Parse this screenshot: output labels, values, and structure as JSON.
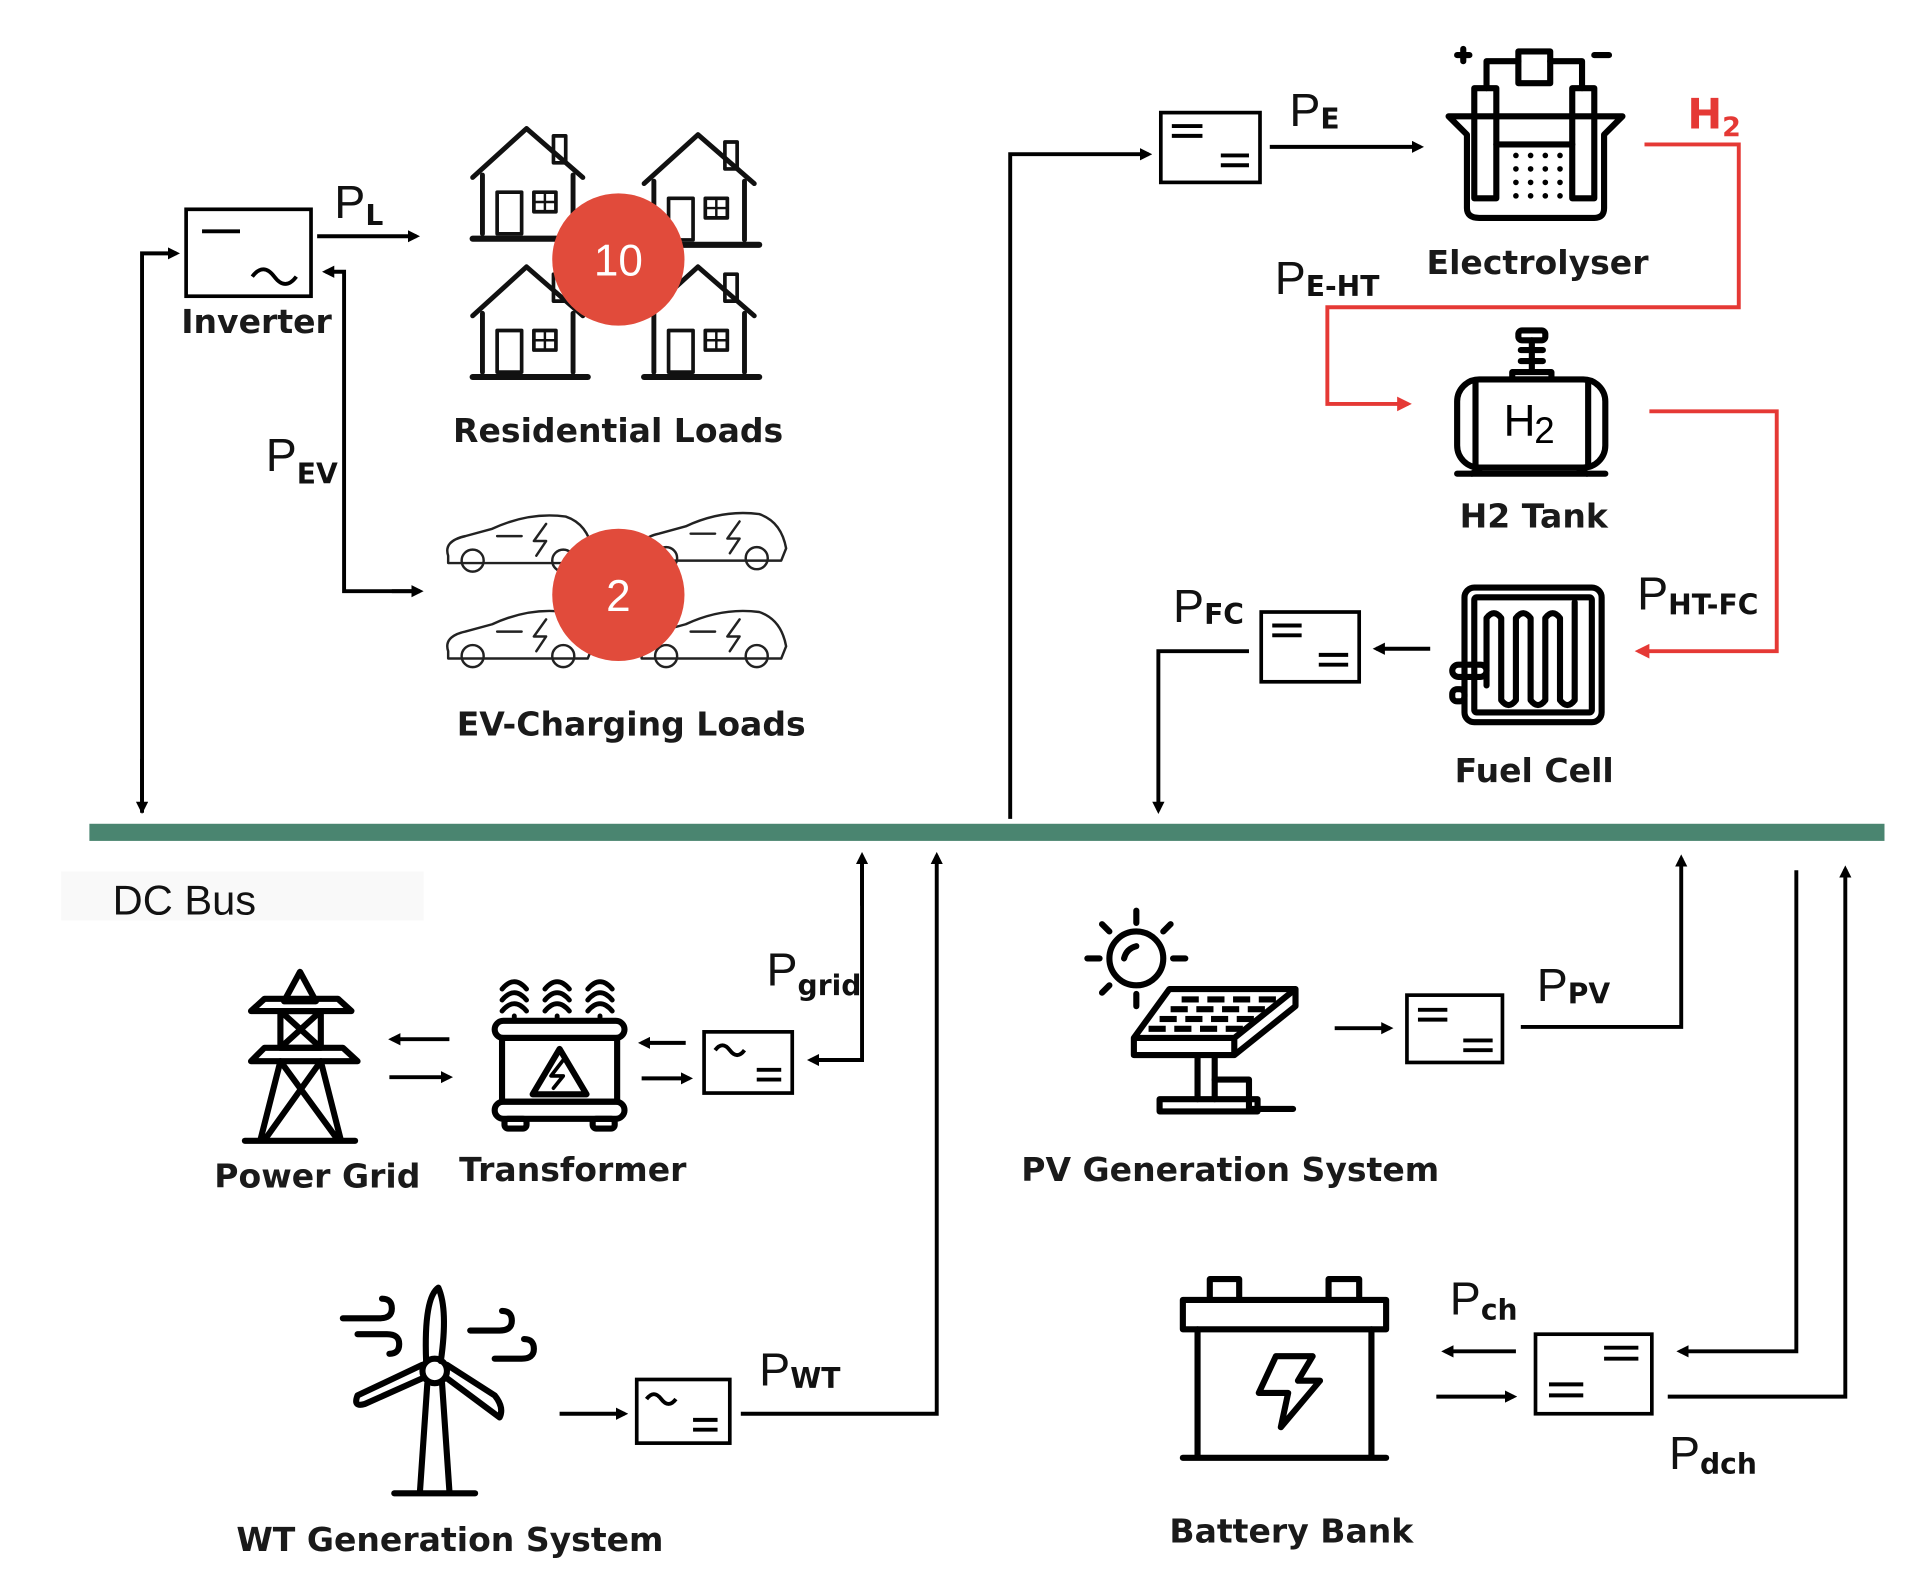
{
  "diagram": {
    "bus_label": "DC Bus",
    "colors": {
      "bus": "#4a8570",
      "hydrogen_path": "#e53935",
      "badge": "#e14b3b",
      "line": "#000000"
    },
    "components": {
      "inverter": {
        "label": "Inverter",
        "converter_type": "DC/AC"
      },
      "residential_loads": {
        "label": "Residential Loads",
        "count": "10"
      },
      "ev_loads": {
        "label": "EV-Charging Loads",
        "count": "2"
      },
      "electrolyser": {
        "label": "Electrolyser"
      },
      "h2_tank": {
        "label": "H2 Tank",
        "tank_text_main": "H",
        "tank_text_sub": "2"
      },
      "fuel_cell": {
        "label": "Fuel Cell"
      },
      "power_grid": {
        "label": "Power Grid"
      },
      "transformer": {
        "label": "Transformer"
      },
      "pv": {
        "label": "PV Generation System"
      },
      "wt": {
        "label": "WT Generation System"
      },
      "battery": {
        "label": "Battery Bank"
      }
    },
    "flows": {
      "p_l": {
        "main": "P",
        "sub": "L"
      },
      "p_ev": {
        "main": "P",
        "sub": "EV"
      },
      "p_e": {
        "main": "P",
        "sub": "E"
      },
      "h2": {
        "main": "H",
        "sub": "2"
      },
      "p_e_ht": {
        "main": "P",
        "sub": "E-HT"
      },
      "p_ht_fc": {
        "main": "P",
        "sub": "HT-FC"
      },
      "p_fc": {
        "main": "P",
        "sub": "FC"
      },
      "p_grid": {
        "main": "P",
        "sub": "grid"
      },
      "p_pv": {
        "main": "P",
        "sub": "PV"
      },
      "p_wt": {
        "main": "P",
        "sub": "WT"
      },
      "p_ch": {
        "main": "P",
        "sub": "ch"
      },
      "p_dch": {
        "main": "P",
        "sub": "dch"
      }
    }
  }
}
